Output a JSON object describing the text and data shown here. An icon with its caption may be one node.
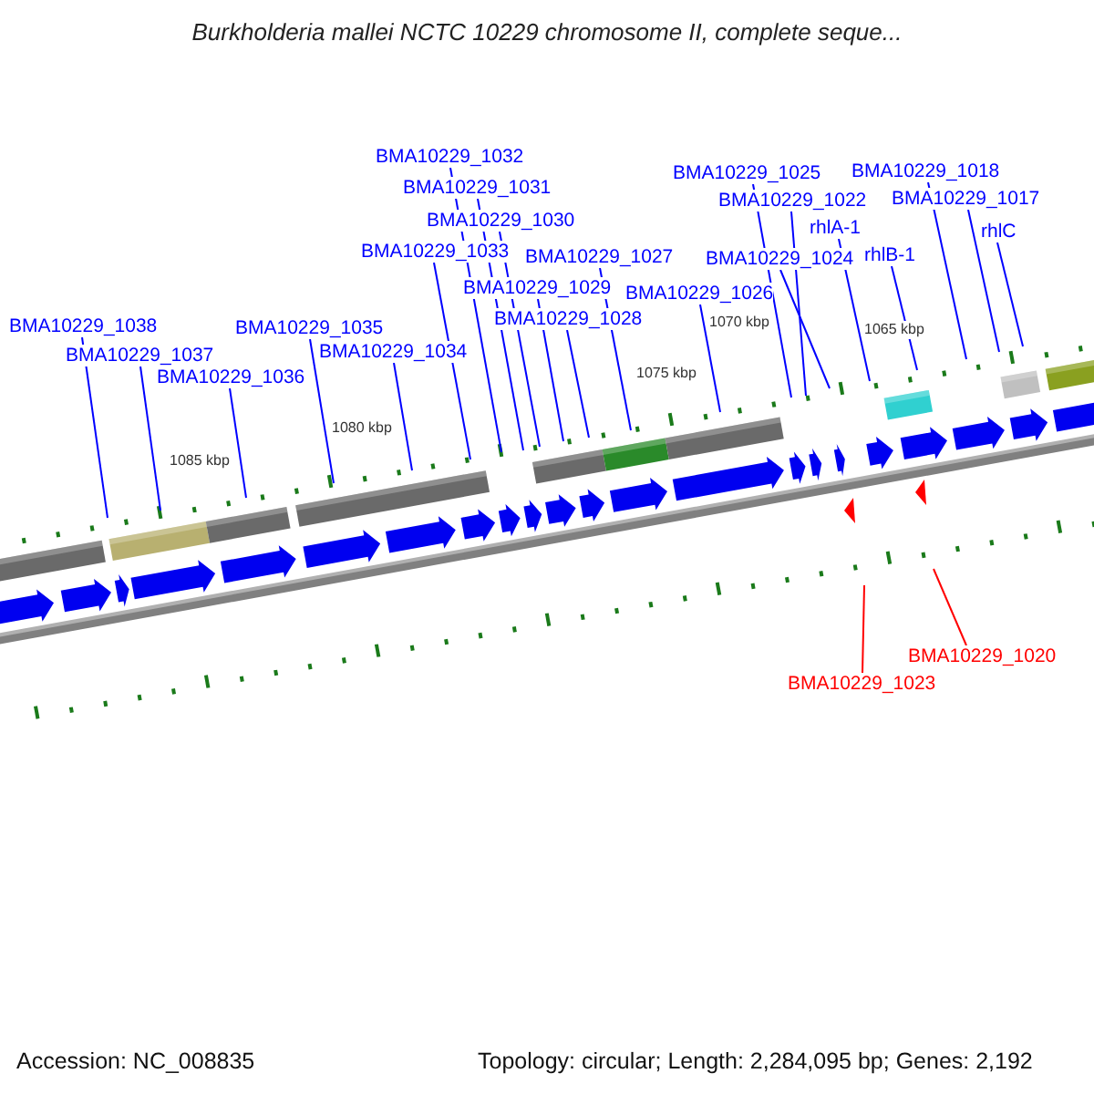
{
  "diagram": {
    "title": "Burkholderia mallei NCTC 10229 chromosome II, complete seque...",
    "nodes": [
      {
        "text": [
          "BMA10229_1032"
        ]
      },
      {
        "text": [
          "BMA10229_1018"
        ]
      },
      {
        "text": [
          "BMA10229_1025"
        ]
      },
      {
        "text": [
          "BMA10229_1031"
        ]
      },
      {
        "text": [
          "BMA10229_1022"
        ]
      },
      {
        "text": [
          "BMA10229_1017"
        ]
      },
      {
        "text": [
          "BMA10229_1030"
        ]
      },
      {
        "text": [
          "rhlC"
        ]
      },
      {
        "text": [
          "rhlA-1"
        ]
      },
      {
        "text": [
          "BMA10229_1033"
        ]
      },
      {
        "text": [
          "BMA10229_1027"
        ]
      },
      {
        "text": [
          "BMA10229_1024"
        ]
      },
      {
        "text": [
          "rhlB-1"
        ]
      },
      {
        "text": [
          "BMA10229_1029"
        ]
      },
      {
        "text": [
          "BMA10229_1026"
        ]
      },
      {
        "text": [
          "BMA10229_1028"
        ]
      },
      {
        "text": [
          "BMA10229_1038"
        ]
      },
      {
        "text": [
          "BMA10229_1035"
        ]
      },
      {
        "text": [
          "BMA10229_1037"
        ]
      },
      {
        "text": [
          "BMA10229_1034"
        ]
      },
      {
        "text": [
          "BMA10229_1036"
        ]
      },
      {
        "text": [
          "BMA10229_1020"
        ]
      },
      {
        "text": [
          "BMA10229_1023"
        ]
      }
    ],
    "edges": [
      {
        "from": 0,
        "to": null,
        "arrow": "none"
      },
      {
        "from": 1,
        "to": null,
        "arrow": "none"
      },
      {
        "from": 2,
        "to": null,
        "arrow": "none"
      },
      {
        "from": 3,
        "to": null,
        "arrow": "none"
      },
      {
        "from": 4,
        "to": null,
        "arrow": "none"
      },
      {
        "from": 5,
        "to": null,
        "arrow": "none"
      },
      {
        "from": 6,
        "to": null,
        "arrow": "none"
      },
      {
        "from": 7,
        "to": null,
        "arrow": "none"
      },
      {
        "from": 8,
        "to": null,
        "arrow": "none"
      },
      {
        "from": 9,
        "to": null,
        "arrow": "none"
      },
      {
        "from": 10,
        "to": null,
        "arrow": "none"
      },
      {
        "from": 11,
        "to": null,
        "arrow": "none"
      },
      {
        "from": 12,
        "to": null,
        "arrow": "none"
      },
      {
        "from": 13,
        "to": null,
        "arrow": "none"
      },
      {
        "from": 14,
        "to": null,
        "arrow": "none"
      },
      {
        "from": 15,
        "to": null,
        "arrow": "none"
      },
      {
        "from": 16,
        "to": null,
        "arrow": "none"
      },
      {
        "from": 17,
        "to": null,
        "arrow": "none"
      },
      {
        "from": 18,
        "to": null,
        "arrow": "none"
      },
      {
        "from": 19,
        "to": null,
        "arrow": "none"
      },
      {
        "from": 20,
        "to": null,
        "arrow": "none"
      },
      {
        "from": 21,
        "to": null,
        "arrow": "none",
        "color": "#ff0000"
      },
      {
        "from": 22,
        "to": null,
        "arrow": "none",
        "color": "#ff0000"
      }
    ],
    "labels": [
      "1065 kbp",
      "1070 kbp",
      "1075 kbp",
      "1080 kbp",
      "1085 kbp",
      "Accession: NC_008835",
      "Topology: circular; Length: 2,284,095 bp; Genes: 2,192"
    ]
  }
}
